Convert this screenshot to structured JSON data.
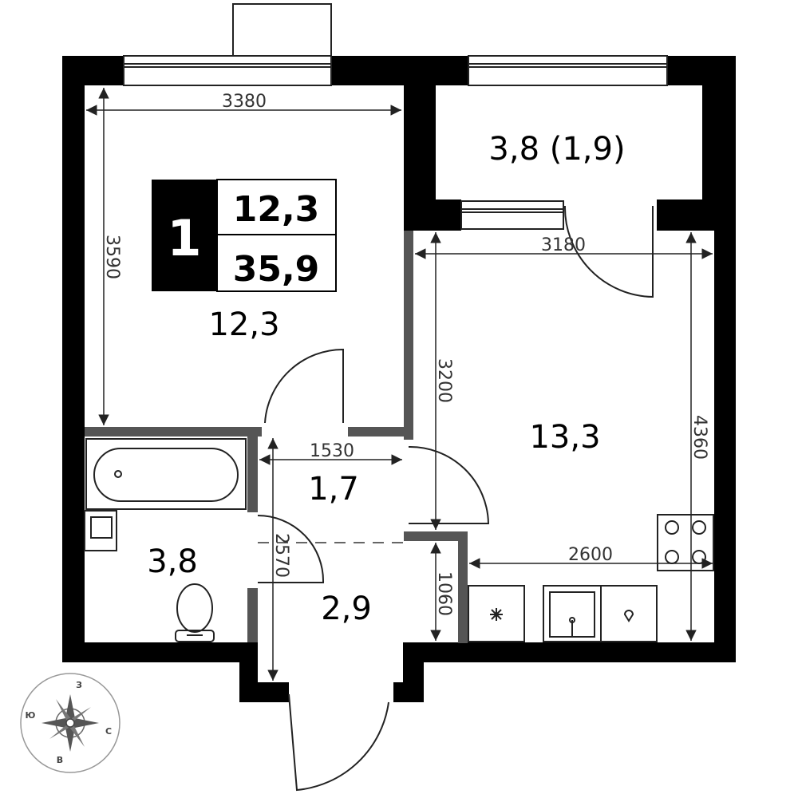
{
  "summary": {
    "rooms_count": "1",
    "living_area": "12,3",
    "total_area": "35,9"
  },
  "rooms": {
    "room_left": "12,3",
    "balcony": "3,8 (1,9)",
    "room_right": "13,3",
    "corridor": "1,7",
    "bathroom": "3,8",
    "hall": "2,9"
  },
  "dimensions": {
    "left_width": "3380",
    "left_height": "3590",
    "right_width": "3180",
    "right_height_inner": "3200",
    "right_height_full": "4360",
    "corridor_width": "1530",
    "hall_length": "2570",
    "kitchen_width": "2600",
    "kitchen_depth": "1060"
  },
  "compass": {
    "north": "З",
    "east": "С",
    "south": "В",
    "west": "Ю"
  },
  "colors": {
    "wall": "#000000",
    "partition": "#555555",
    "line": "#222222",
    "background": "#ffffff"
  }
}
